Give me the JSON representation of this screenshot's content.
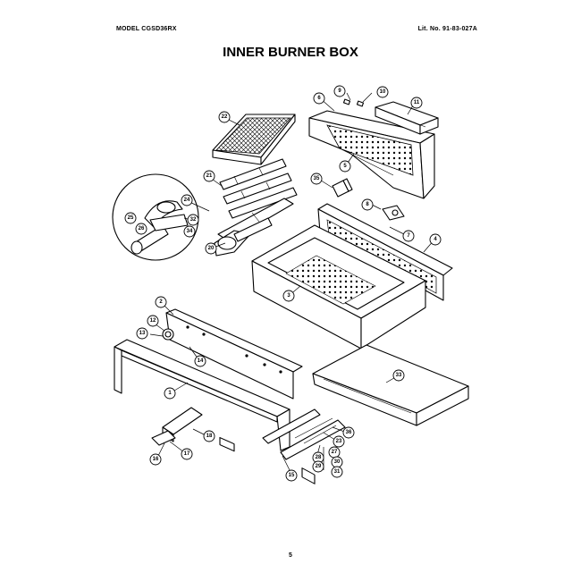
{
  "header": {
    "model": "MODEL CGSD36RX",
    "lit_no": "Lit. No. 91-83-027A"
  },
  "title": "INNER BURNER BOX",
  "page_number": "5",
  "callouts": [
    "1",
    "2",
    "3",
    "4",
    "5",
    "6",
    "7",
    "8",
    "9",
    "10",
    "11",
    "12",
    "13",
    "14",
    "15",
    "16",
    "17",
    "18",
    "20",
    "21",
    "22",
    "23",
    "24",
    "25",
    "26",
    "27",
    "28",
    "29",
    "30",
    "31",
    "32",
    "33",
    "34",
    "35",
    "36"
  ]
}
